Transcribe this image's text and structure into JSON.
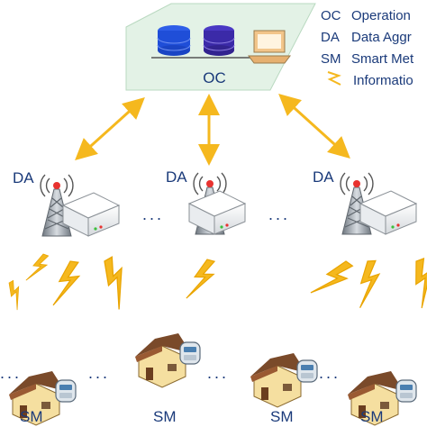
{
  "operation_center": {
    "label": "OC",
    "colors": {
      "platform": "#e3f2e6",
      "platform_edge": "#b9d9c0",
      "db1": "#1f4ed8",
      "db2": "#3b2aa8",
      "laptop": "#f2c58a"
    }
  },
  "legend": {
    "items": [
      {
        "abbr": "OC",
        "text": "Operation"
      },
      {
        "abbr": "DA",
        "text": "Data Aggr"
      },
      {
        "abbr": "SM",
        "text": "Smart Met"
      }
    ],
    "info_text": "Informatio",
    "info_icon": "lightning-bolt-icon"
  },
  "aggregators": [
    {
      "label": "DA"
    },
    {
      "label": "DA"
    },
    {
      "label": "DA"
    }
  ],
  "smart_meters": [
    {
      "label": "SM"
    },
    {
      "label": "SM"
    },
    {
      "label": "SM"
    },
    {
      "label": "SM"
    }
  ],
  "ellipsis": "...",
  "colors": {
    "link": "#f5b81e",
    "text": "#1a3a7a",
    "tower": "#9aa3ad",
    "house_wall": "#f5dfa0",
    "house_roof": "#7a4a2a"
  }
}
